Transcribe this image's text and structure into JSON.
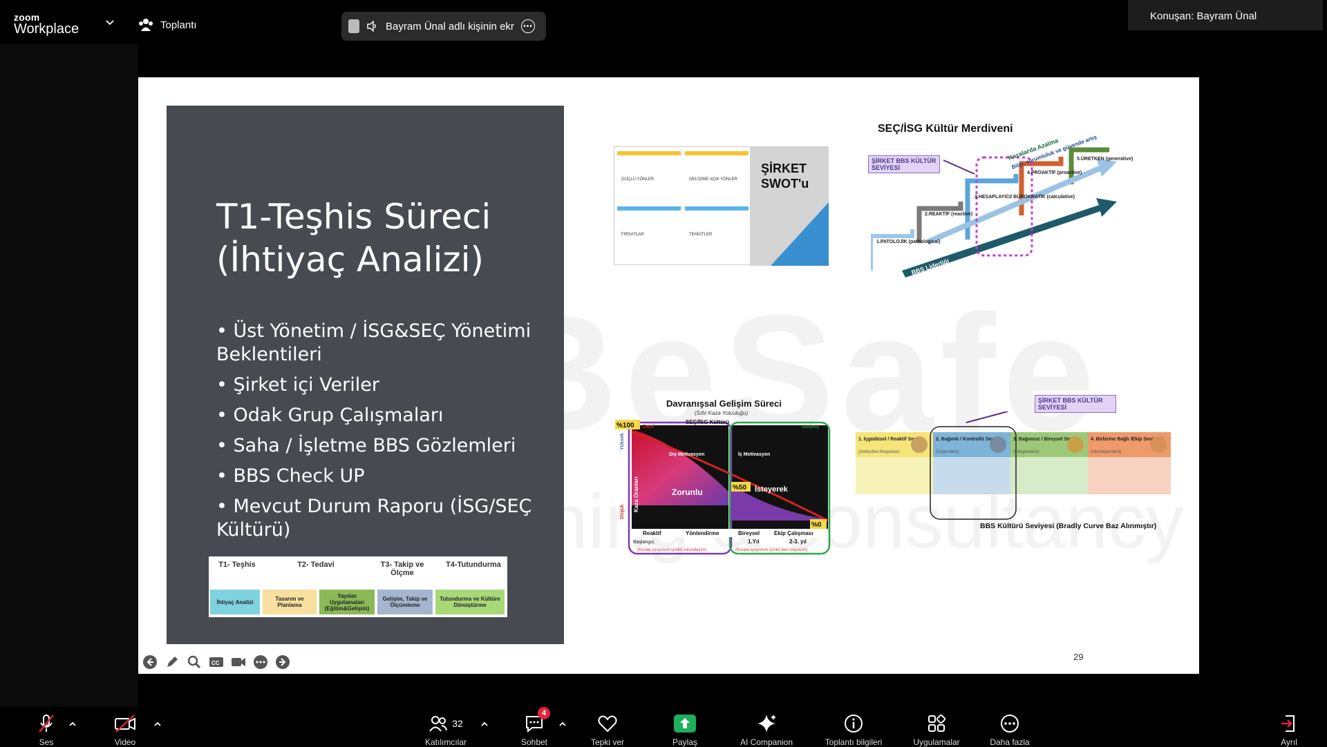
{
  "topbar": {
    "logo_small": "zoom",
    "logo_big": "Workplace",
    "meeting_label": "Toplantı",
    "share_text": "Bayram Ünal adlı kişinin ekranı",
    "speaker_label": "Konuşan: Bayram Ünal"
  },
  "slide": {
    "title_line1": "T1-Teşhis Süreci",
    "title_line2": "(İhtiyaç Analizi)",
    "bullets": [
      "Üst Yönetim / İSG&SEÇ Yönetimi Beklentileri",
      "Şirket içi Veriler",
      "Odak Grup Çalışmaları",
      "Saha / İşletme BBS Gözlemleri",
      "BBS Check UP",
      "Mevcut Durum Raporu (İSG/SEÇ Kültürü)"
    ],
    "phases": {
      "headers": [
        "T1- Teşhis",
        "T2- Tedavi",
        "T3- Takip ve Ölçme",
        "T4-Tutundurma"
      ],
      "cells": [
        "İhtiyaç Analizi",
        "Tasarım ve Planlama",
        "Yayılım Uygulamaları (Eğitim&Gelişim)",
        "Gelişim, Takip ve Ölçümleme",
        "Tutundurma ve Kültüre Dönüştürme"
      ]
    },
    "swot": {
      "title": "ŞİRKET SWOT'u",
      "q1": "GÜÇLÜ YÖNLER",
      "q2": "GELİŞİME AÇIK YÖNLER",
      "q3": "FIRSATLAR",
      "q4": "TEHDİTLER"
    },
    "ladder": {
      "title": "SEÇ/İSG Kültür Merdiveni",
      "tag": "ŞİRKET BBS KÜLTÜR SEVİYESİ",
      "top_arrow": "Kazalarda Azalma",
      "top_arrow2": "Bilgi, sorumluluk ve güvende artış",
      "bottom_arrow": "BBS Liderliği",
      "steps": [
        "1.PATOLOJİK (pathological)",
        "2.REAKTİF (reactive)",
        "3.HESAPLAYICI/ BÜROKRATİK (calculative)",
        "4.PROAKTİF (proactive)",
        "5.ÜRETKEN (generative)"
      ]
    },
    "behaviour": {
      "title": "Davranışsal Gelişim Süreci",
      "subtitle": "(Sıfır Kaza Yolculuğu)",
      "culture": "SEÇ/İSG Kültürü",
      "p100": "%100",
      "p50": "%50",
      "p0": "%0",
      "zorunlu": "Zorunlu",
      "isteyerek": "İsteyerek",
      "dis_motivasyon": "Dış Motivasyon",
      "ic_motivasyon": "İç Motivasyon",
      "stages": [
        "Reaktif",
        "Yönlendirme",
        "Bireysel",
        "Ekip Çalışması"
      ],
      "time": [
        "Başlangıç",
        "1.Yıl",
        "2-3. yıl"
      ],
      "foot_left": "(Kurala uyuyorum çünkü zorundayım)",
      "foot_right": "(Kurala uyuyorum çünkü ben istiyorum)",
      "y_high": "Yüksek",
      "y_low": "Düşük",
      "y_axis": "Kaza Oranları",
      "zayif": "Zayıf",
      "gelismis": "Gelişmiş"
    },
    "bbs": {
      "tag": "ŞİRKET BBS KÜLTÜR SEVİYESİ",
      "levels": [
        {
          "name": "1. İçgüdüsel / Reaktif Seviye",
          "sub": "(Instinctive Response)"
        },
        {
          "name": "2. Bağımlı / Kontrollü Seviye",
          "sub": "(Dependent)"
        },
        {
          "name": "3. Bağımsız / Bireysel Seviye",
          "sub": "(Independent)"
        },
        {
          "name": "4. Birbirine Bağlı /Ekip Seviyesi",
          "sub": "(Interdependent)"
        }
      ],
      "caption": "BBS Kültürü Seviyesi (Bradly Curve Baz Alınmıştır)"
    },
    "watermark": "BeSafe",
    "watermark2": "BNB training & consultancy",
    "page_number": "29"
  },
  "toolbar": {
    "mic_label": "Ses",
    "video_label": "Video",
    "participants_label": "Katılımcılar",
    "participants_count": "32",
    "chat_label": "Sohbet",
    "chat_badge": "4",
    "react_label": "Tepki ver",
    "share_label": "Paylaş",
    "ai_label": "AI Companion",
    "info_label": "Toplantı bilgileri",
    "apps_label": "Uygulamalar",
    "more_label": "Daha fazla",
    "leave_label": "Ayrıl"
  },
  "colors": {
    "share_green": "#1fae5b",
    "badge_red": "#e0243b",
    "card_gray": "#474a50"
  }
}
